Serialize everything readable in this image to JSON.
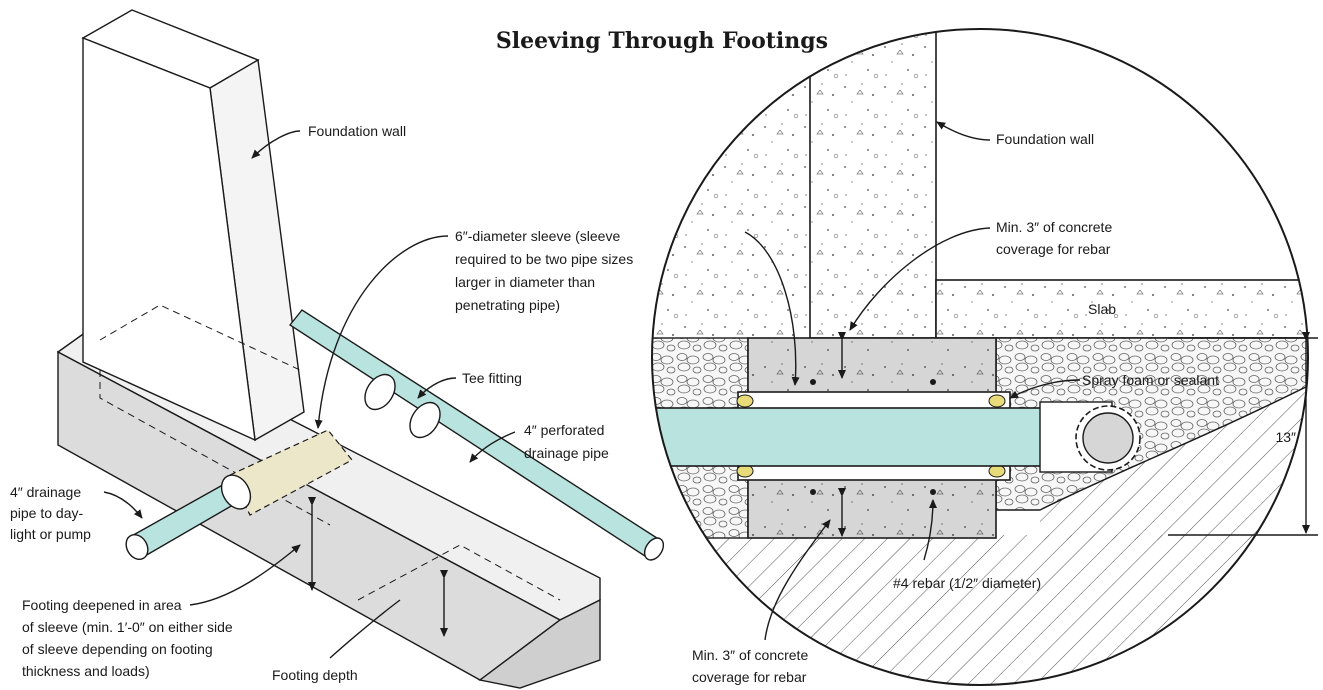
{
  "title": "Sleeving Through Footings",
  "left": {
    "foundation_wall": "Foundation wall",
    "sleeve": [
      "6″-diameter sleeve (sleeve",
      "required to be two pipe sizes",
      "larger in diameter than",
      "penetrating pipe)"
    ],
    "tee_fitting": "Tee fitting",
    "perforated_pipe": [
      "4″ perforated",
      "drainage pipe"
    ],
    "drain_pipe": [
      "4″ drainage",
      "pipe to day-",
      "light or pump"
    ],
    "footing_deepened": [
      "Footing deepened in area",
      "of sleeve (min. 1′-0″ on either side",
      "of sleeve depending on footing",
      "thickness and loads)"
    ],
    "footing_depth": "Footing depth"
  },
  "right": {
    "foundation_wall": "Foundation wall",
    "coverage_top": [
      "Min. 3″ of concrete",
      "coverage for rebar"
    ],
    "slab": "Slab",
    "spray_foam": "Spray foam or sealant",
    "dimension": "13″",
    "rebar": "#4 rebar (1/2″ diameter)",
    "coverage_bottom": [
      "Min. 3″ of concrete",
      "coverage for rebar"
    ]
  },
  "colors": {
    "pipe": "#b9e3df",
    "sleeve": "#ece7c8",
    "footing": "#e2e2e2",
    "concrete": "#d4d4d4",
    "gravel": "#f5f5f5"
  }
}
